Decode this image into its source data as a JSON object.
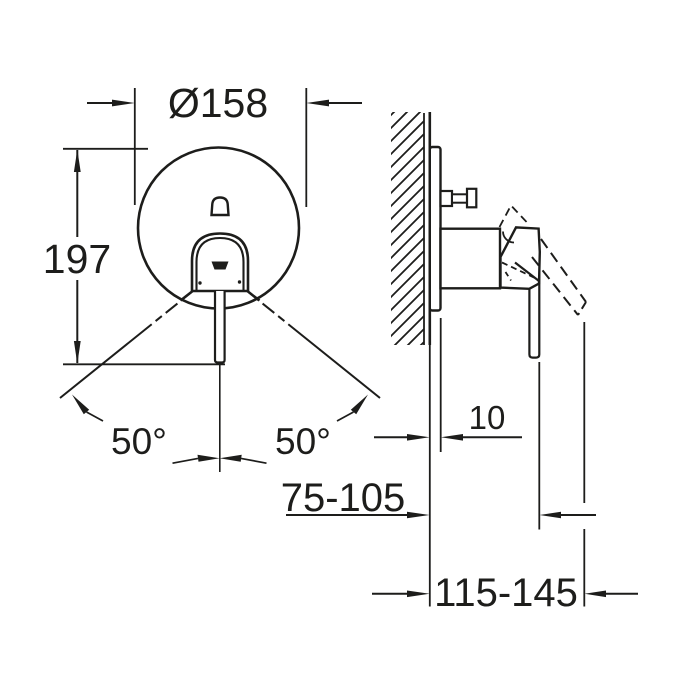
{
  "drawing": {
    "kind": "technical dimension drawing",
    "subject": "concealed single-lever mixer trim, front and side views",
    "views": {
      "front": "front view",
      "side": "side section view at wall"
    }
  },
  "dimensions": {
    "diameter": "Ø158",
    "height": "197",
    "angle_left": "50°",
    "angle_right": "50°",
    "protrusion": "10",
    "depth_range": "75-105",
    "overall_range": "115-145"
  },
  "colors": {
    "line": "#1d1d1b",
    "background": "#ffffff"
  }
}
